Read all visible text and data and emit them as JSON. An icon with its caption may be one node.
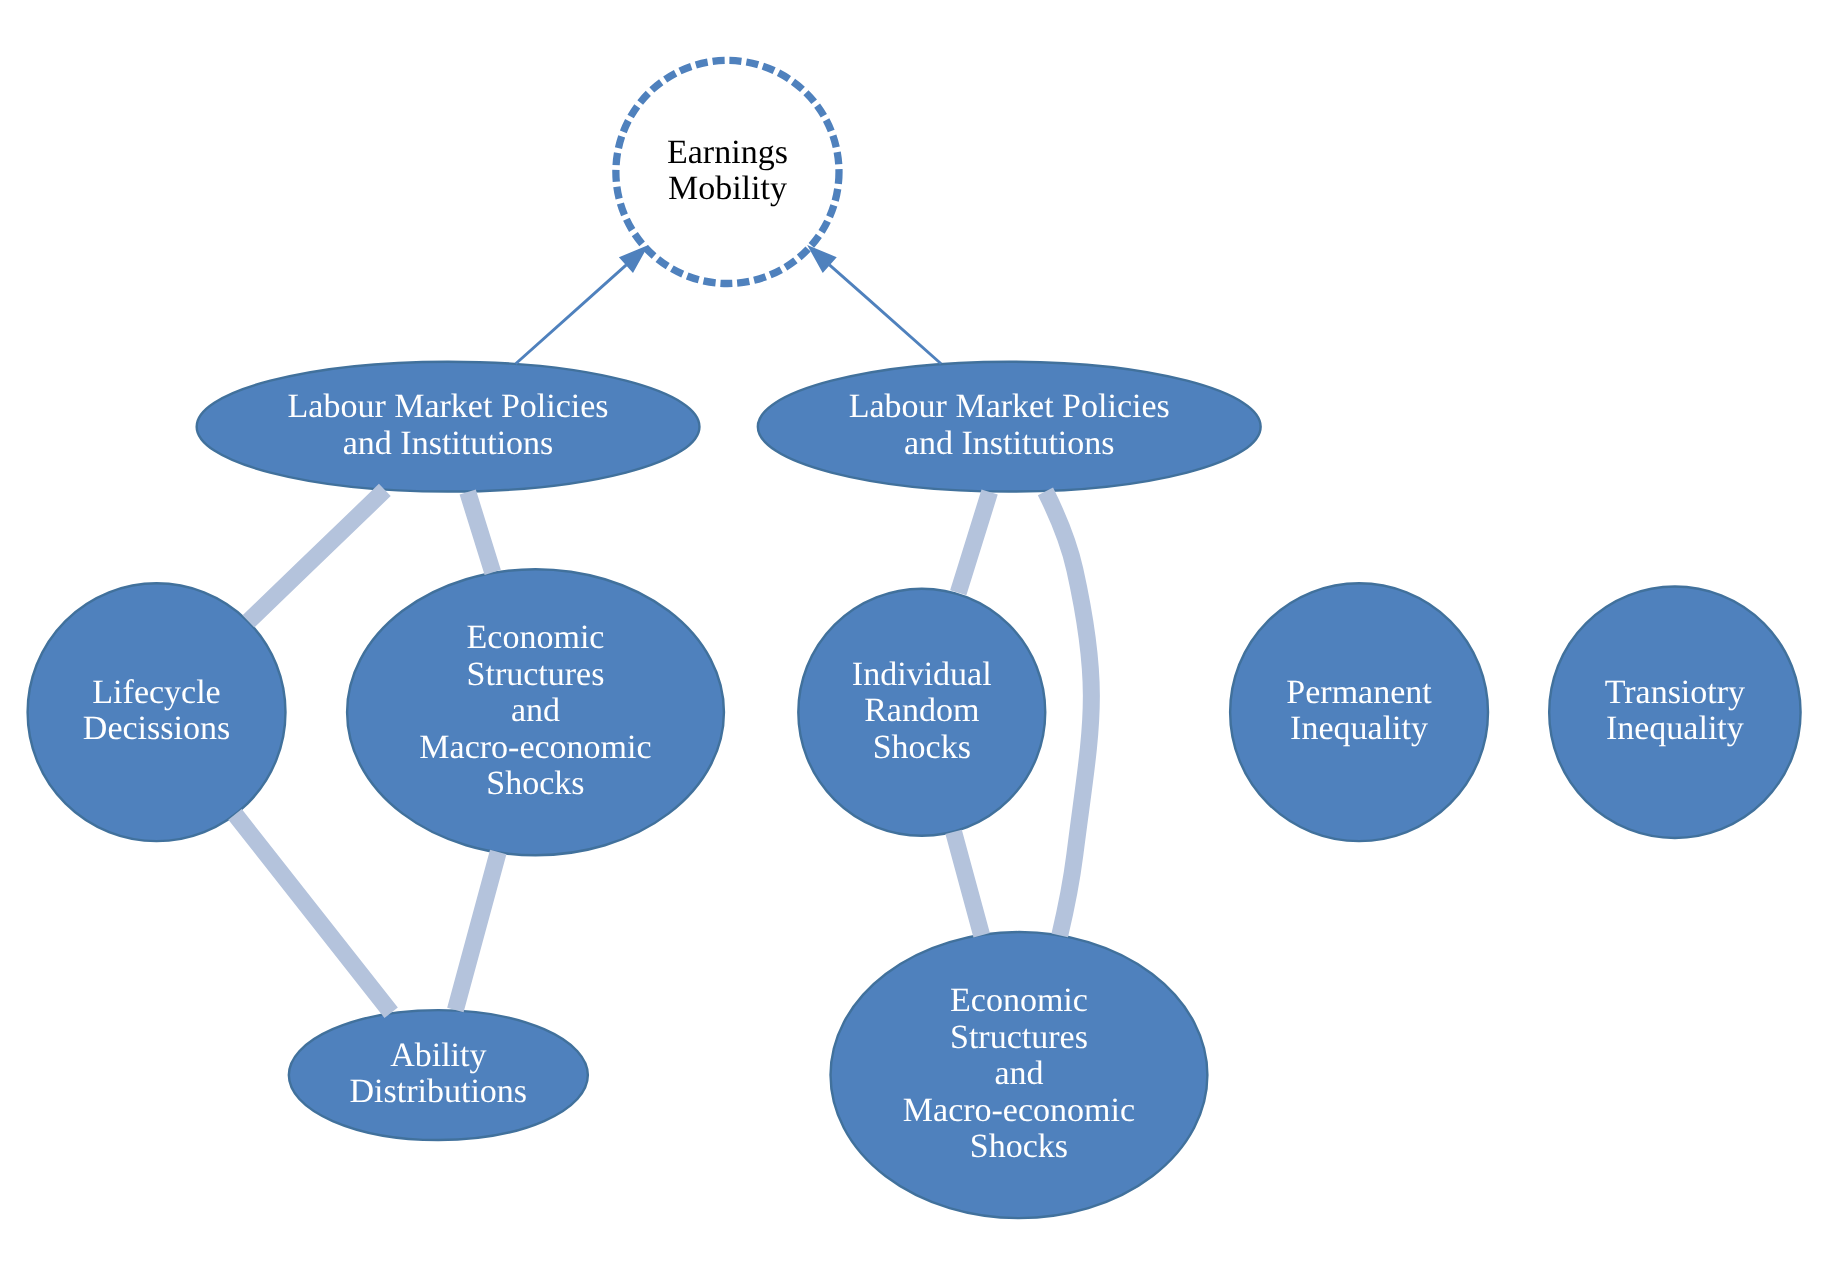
{
  "diagram": {
    "nodes": [
      {
        "text": [
          "Earnings Mobility"
        ]
      },
      {
        "text": [
          "Labour Market Policies and Institutions"
        ]
      },
      {
        "text": [
          "Economic Structures and Macro-economic Shocks"
        ]
      },
      {
        "text": [
          "Permanent Inequality"
        ]
      },
      {
        "text": [
          "Lifecycle Decissions"
        ]
      },
      {
        "text": [
          "Ability Distributions"
        ]
      },
      {
        "text": [
          "Labour Market Policies and Institutions"
        ]
      },
      {
        "text": [
          "Transiotry Inequality"
        ]
      },
      {
        "text": [
          "Economic Structures and Macro-economic Shocks"
        ]
      },
      {
        "text": [
          "Individual Random Shocks"
        ]
      }
    ],
    "edges": [
      {
        "from": 1,
        "to": 0,
        "arrow": "to",
        "color": "#4f81bd"
      },
      {
        "from": 6,
        "to": 0,
        "arrow": "to",
        "color": "#4f81bd"
      },
      {
        "from": 1,
        "to": 4,
        "arrow": "none"
      },
      {
        "from": 4,
        "to": 5,
        "arrow": "none"
      },
      {
        "from": 5,
        "to": 2,
        "arrow": "none"
      },
      {
        "from": 2,
        "to": 1,
        "arrow": "none"
      },
      {
        "from": 6,
        "to": 9,
        "arrow": "none"
      },
      {
        "from": 9,
        "to": 8,
        "arrow": "none"
      },
      {
        "from": 8,
        "to": 6,
        "arrow": "none"
      }
    ]
  }
}
